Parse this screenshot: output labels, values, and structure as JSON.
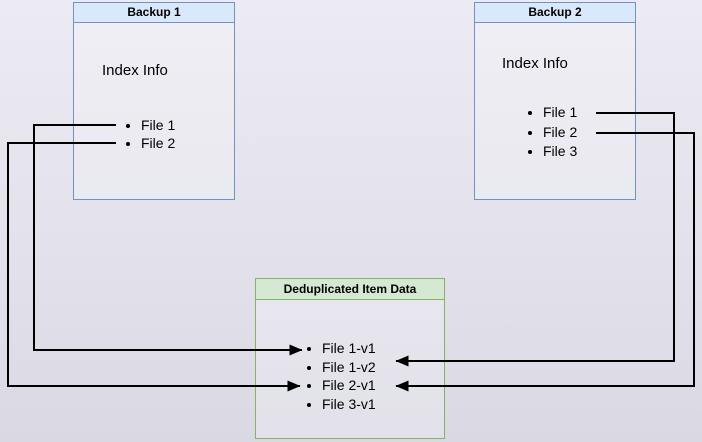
{
  "diagram": {
    "backup1": {
      "title": "Backup 1",
      "index_label": "Index Info",
      "files": [
        "File 1",
        "File 2"
      ]
    },
    "backup2": {
      "title": "Backup 2",
      "index_label": "Index Info",
      "files": [
        "File 1",
        "File 2",
        "File 3"
      ]
    },
    "dedup": {
      "title": "Deduplicated Item Data",
      "items": [
        "File 1-v1",
        "File 1-v2",
        "File 2-v1",
        "File 3-v1"
      ]
    },
    "arrows": [
      {
        "from": "Backup 1 / File 1",
        "to": "Deduplicated Item Data / File 1-v1"
      },
      {
        "from": "Backup 1 / File 2",
        "to": "Deduplicated Item Data / File 2-v1"
      },
      {
        "from": "Backup 2 / File 1",
        "to": "Deduplicated Item Data / File 1-v2"
      },
      {
        "from": "Backup 2 / File 2",
        "to": "Deduplicated Item Data / File 2-v1"
      }
    ],
    "colors": {
      "box_blue_fill": "#dae8fc",
      "box_blue_border": "#7293c2",
      "box_green_fill": "#d5e8d4",
      "box_green_border": "#82b366",
      "arrow": "#000000"
    }
  }
}
